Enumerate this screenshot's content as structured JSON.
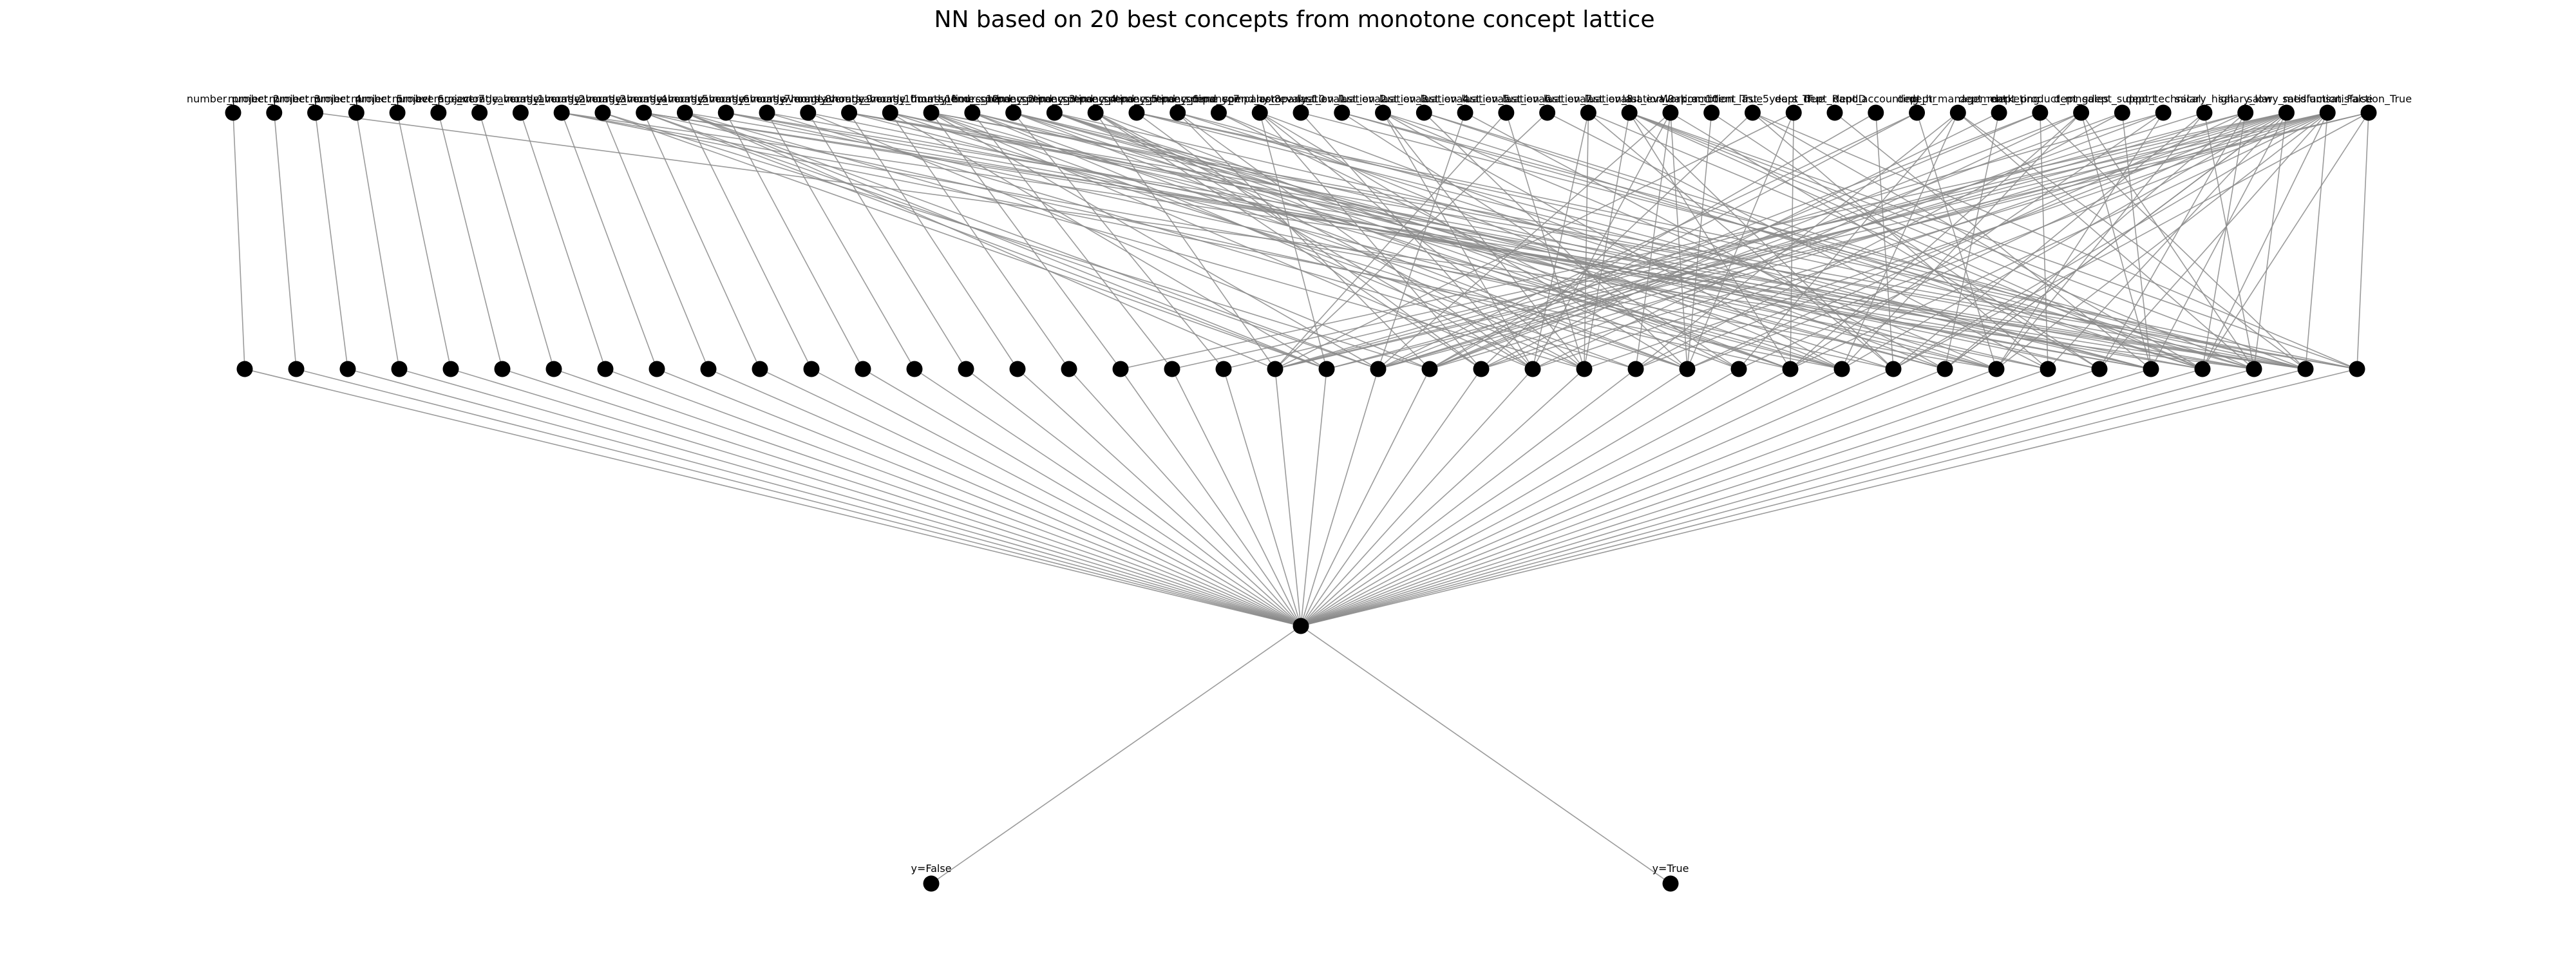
{
  "title": "NN based on 20 best concepts from monotone concept lattice",
  "colors": {
    "node": "#000000",
    "edge": "#8a8a8a",
    "background": "#ffffff"
  },
  "input_layer": {
    "labels": [
      "number_project_2",
      "number_project_3",
      "number_project_4",
      "number_project_5",
      "number_project_6",
      "number_project_7",
      "average_montly_hours_1",
      "average_montly_hours_2",
      "average_montly_hours_3",
      "average_montly_hours_4",
      "average_montly_hours_5",
      "average_montly_hours_6",
      "average_montly_hours_7",
      "average_montly_hours_8",
      "average_montly_hours_9",
      "average_montly_hours_10",
      "average_montly_hours_11",
      "average_montly_hours_12",
      "time_spend_company_2",
      "time_spend_company_3",
      "time_spend_company_4",
      "time_spend_company_5",
      "time_spend_company_6",
      "time_spend_company_7",
      "time_spend_company_8",
      "time_spend_company_10",
      "last_evaluation_1",
      "last_evaluation_2",
      "last_evaluation_3",
      "last_evaluation_4",
      "last_evaluation_5",
      "last_evaluation_6",
      "last_evaluation_7",
      "last_evaluation_8",
      "last_evaluation_9",
      "last_evaluation_10",
      "Work_accident_True",
      "promotion_last_5years_True",
      "dept_IT",
      "dept_RandD",
      "dept_accounting",
      "dept_hr",
      "dept_management",
      "dept_marketing",
      "dept_product_mng",
      "dept_sales",
      "dept_support",
      "dept_technical",
      "salary_high",
      "salary_low",
      "salary_medium",
      "satisfaction_False",
      "satisfaction_True"
    ]
  },
  "hidden_layer": {
    "count": 42
  },
  "pool_layer": {
    "count": 1
  },
  "output_layer": {
    "labels": [
      "y=False",
      "y=True"
    ]
  }
}
